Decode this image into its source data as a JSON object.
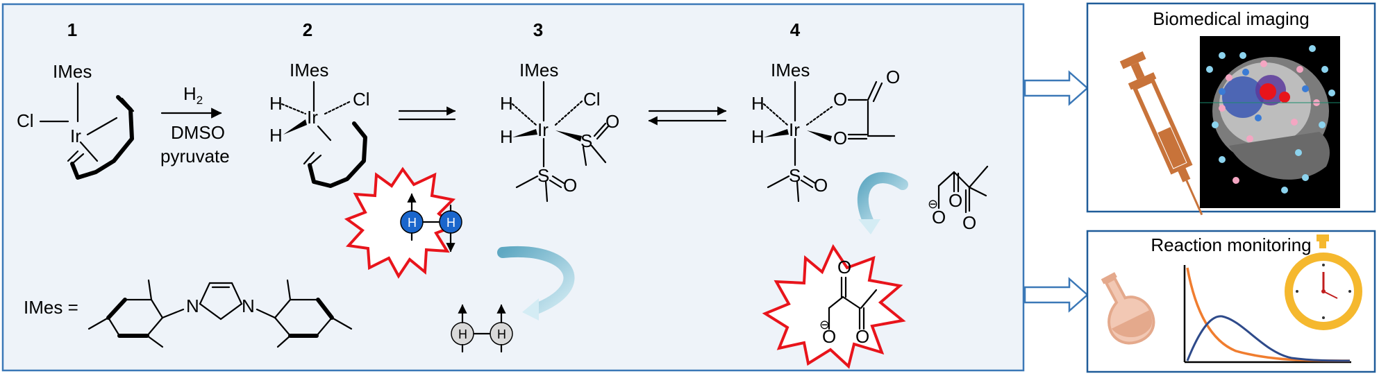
{
  "compounds": [
    {
      "number": "1"
    },
    {
      "number": "2"
    },
    {
      "number": "3"
    },
    {
      "number": "4"
    }
  ],
  "atoms": {
    "imes": "IMes",
    "ir": "Ir",
    "cl": "Cl",
    "h": "H",
    "o": "O",
    "s": "S",
    "n": "N",
    "minus": "⊖"
  },
  "reaction_conditions": {
    "reagent": "H",
    "reagent_subscript": "2",
    "solvent": "DMSO",
    "substrate": "pyruvate"
  },
  "imes_definition": "IMes =",
  "panels": {
    "imaging_title": "Biomedical imaging",
    "monitoring_title": "Reaction monitoring"
  },
  "colors": {
    "main_panel_fill": "#eef3f9",
    "main_panel_border": "#3b78b7",
    "side_panel_border": "#1f5c99",
    "starburst": "#e8141b",
    "para_h_fill": "#1a66cc",
    "ortho_h_fill": "#d9d9d9",
    "curved_arrow": "#8ec7d9",
    "syringe": "#c8733a",
    "flask": "#e4a98c",
    "curve_orange": "#f07d2f",
    "curve_blue": "#2e4a8a",
    "stopwatch": "#f5b82e"
  }
}
